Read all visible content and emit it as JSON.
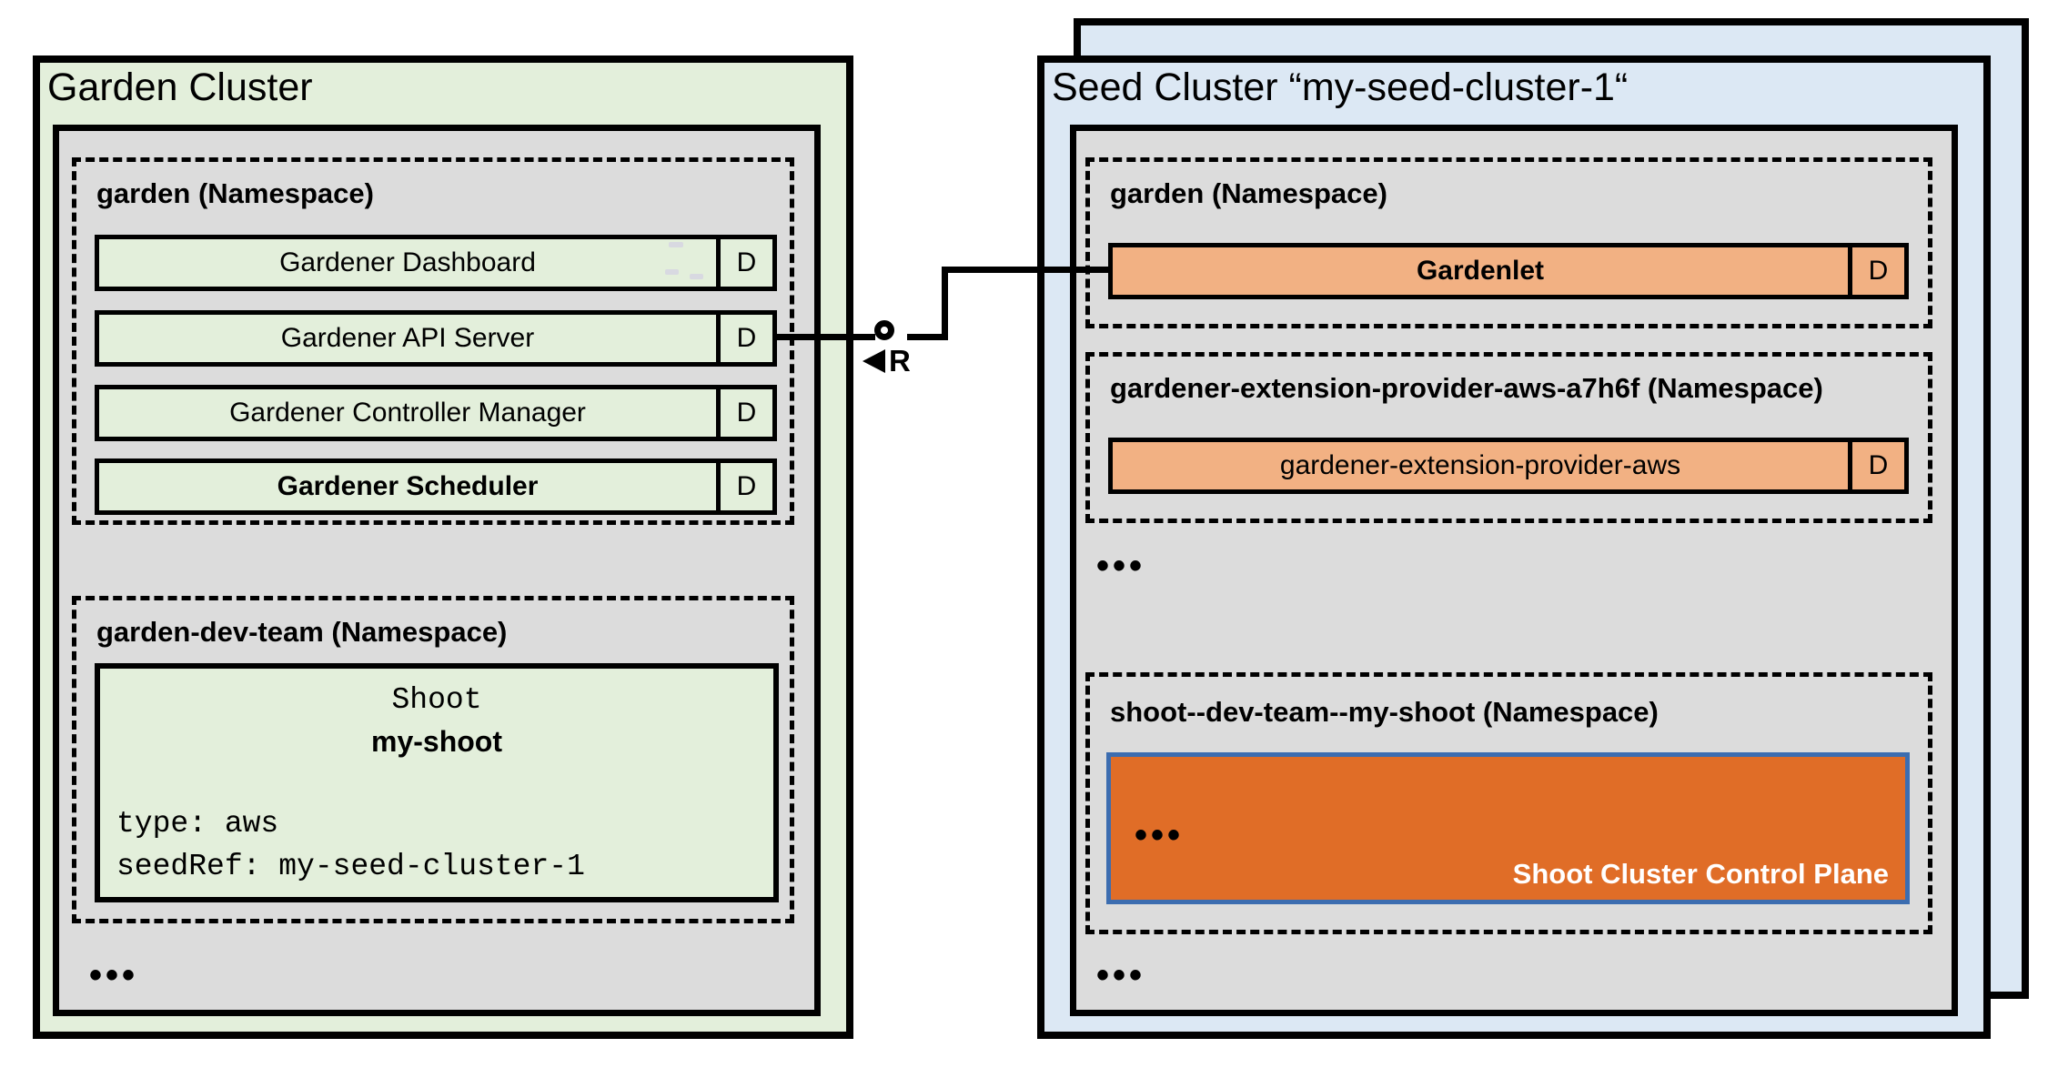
{
  "colors": {
    "cluster-green": "#e3efdb",
    "cluster-blue": "#dce8f4",
    "panel-gray": "#dcdcdc",
    "component-orange": "#f2b183",
    "cp-orange": "#e06d27",
    "cp-border": "#3c6db0",
    "ink": "#000000"
  },
  "garden_cluster": {
    "title": "Garden Cluster",
    "garden_namespace": {
      "label": "garden (Namespace)",
      "components": [
        {
          "name": "Gardener Dashboard",
          "badge": "D"
        },
        {
          "name": "Gardener API Server",
          "badge": "D"
        },
        {
          "name": "Gardener Controller Manager",
          "badge": "D"
        },
        {
          "name": "Gardener Scheduler",
          "badge": "D"
        }
      ]
    },
    "dev_namespace": {
      "label": "garden-dev-team (Namespace)",
      "shoot": {
        "kind": "Shoot",
        "name": "my-shoot",
        "spec": [
          "type: aws",
          "seedRef: my-seed-cluster-1"
        ]
      }
    },
    "more_indicator": "•••"
  },
  "seed_cluster": {
    "title": "Seed Cluster “my-seed-cluster-1“",
    "garden_namespace": {
      "label": "garden (Namespace)",
      "components": [
        {
          "name": "Gardenlet",
          "badge": "D"
        }
      ]
    },
    "extension_namespace": {
      "label": "gardener-extension-provider-aws-a7h6f (Namespace)",
      "components": [
        {
          "name": "gardener-extension-provider-aws",
          "badge": "D"
        }
      ]
    },
    "more_indicator_namespaces": "•••",
    "shoot_namespace": {
      "label": "shoot--dev-team--my-shoot (Namespace)",
      "control_plane": {
        "more_indicator": "•••",
        "label": "Shoot Cluster Control Plane"
      }
    },
    "more_indicator_bottom": "•••"
  },
  "connector": {
    "register_label": "R"
  }
}
